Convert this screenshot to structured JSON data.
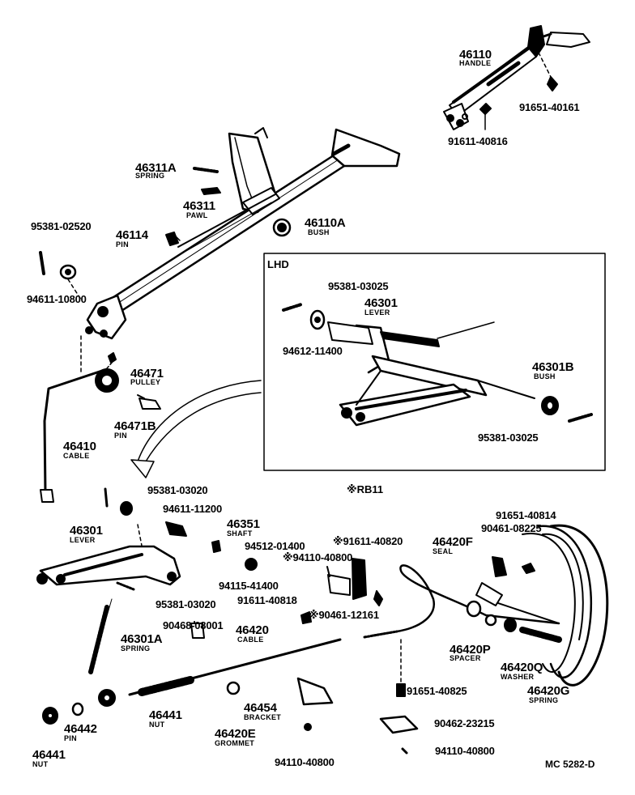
{
  "diagram": {
    "inset_label": "LHD",
    "model_note": "※RB11",
    "footer_code": "MC 5282-D"
  },
  "parts": {
    "p46110": {
      "num": "46110",
      "name": "HANDLE"
    },
    "p91651_40161": {
      "num": "91651-40161"
    },
    "p91611_40816": {
      "num": "91611-40816"
    },
    "p46311A": {
      "num": "46311A",
      "name": "SPRING"
    },
    "p46311": {
      "num": "46311",
      "name": "PAWL"
    },
    "p95381_02520": {
      "num": "95381-02520"
    },
    "p46114": {
      "num": "46114",
      "name": "PIN"
    },
    "p46110A": {
      "num": "46110A",
      "name": "BUSH"
    },
    "p94611_10800": {
      "num": "94611-10800"
    },
    "p46471": {
      "num": "46471",
      "name": "PULLEY"
    },
    "p46471B": {
      "num": "46471B",
      "name": "PIN"
    },
    "p46410": {
      "num": "46410",
      "name": "CABLE"
    },
    "lhd_95381_03025_top": {
      "num": "95381-03025"
    },
    "lhd_46301": {
      "num": "46301",
      "name": "LEVER"
    },
    "lhd_94612_11400": {
      "num": "94612-11400"
    },
    "lhd_46301B": {
      "num": "46301B",
      "name": "BUSH"
    },
    "lhd_95381_03025_bot": {
      "num": "95381-03025"
    },
    "p95381_03020_a": {
      "num": "95381-03020"
    },
    "p94611_11200": {
      "num": "94611-11200"
    },
    "p46351": {
      "num": "46351",
      "name": "SHAFT"
    },
    "p46301": {
      "num": "46301",
      "name": "LEVER"
    },
    "p94512_01400": {
      "num": "94512-01400"
    },
    "p94115_41400": {
      "num": "94115-41400"
    },
    "p95381_03020_b": {
      "num": "95381-03020"
    },
    "p91611_40820": {
      "num": "※91611-40820"
    },
    "p94110_40800_a": {
      "num": "※94110-40800"
    },
    "p91611_40818": {
      "num": "91611-40818"
    },
    "p90461_12161": {
      "num": "※90461-12161"
    },
    "p91651_40814": {
      "num": "91651-40814"
    },
    "p90461_08225": {
      "num": "90461-08225"
    },
    "p46420F": {
      "num": "46420F",
      "name": "SEAL"
    },
    "p46301A": {
      "num": "46301A",
      "name": "SPRING"
    },
    "p90468_08001": {
      "num": "90468-08001"
    },
    "p46420": {
      "num": "46420",
      "name": "CABLE"
    },
    "p46420P": {
      "num": "46420P",
      "name": "SPACER"
    },
    "p46420Q": {
      "num": "46420Q",
      "name": "WASHER"
    },
    "p46420G": {
      "num": "46420G",
      "name": "SPRING"
    },
    "p91651_40825": {
      "num": "91651-40825"
    },
    "p46441_nut1": {
      "num": "46441",
      "name": "NUT"
    },
    "p46442": {
      "num": "46442",
      "name": "PIN"
    },
    "p46454": {
      "num": "46454",
      "name": "BRACKET"
    },
    "p46420E": {
      "num": "46420E",
      "name": "GROMMET"
    },
    "p90462_23215": {
      "num": "90462-23215"
    },
    "p46441_nut2": {
      "num": "46441",
      "name": "NUT"
    },
    "p94110_40800_b": {
      "num": "94110-40800"
    },
    "p94110_40800_c": {
      "num": "94110-40800"
    }
  }
}
